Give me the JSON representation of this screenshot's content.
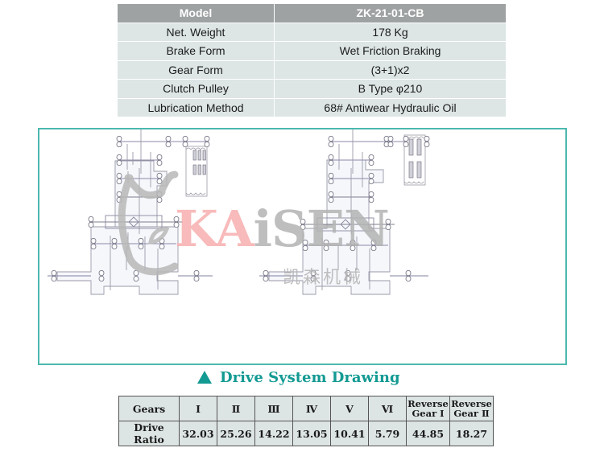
{
  "spec_table": {
    "header": {
      "label": "Model",
      "value": "ZK-21-01-CB"
    },
    "rows": [
      {
        "label": "Net. Weight",
        "value": "178 Kg"
      },
      {
        "label": "Brake Form",
        "value": "Wet Friction Braking"
      },
      {
        "label": "Gear Form",
        "value": "(3+1)x2"
      },
      {
        "label": "Clutch Pulley",
        "value": "B Type φ210"
      },
      {
        "label": "Lubrication Method",
        "value": "68# Antiwear Hydraulic Oil"
      }
    ]
  },
  "drawing": {
    "watermark": {
      "brand": "KAiSEN",
      "chinese": "凯森机械"
    },
    "diagrams": [
      "left-drive-schematic",
      "right-drive-schematic"
    ]
  },
  "section_heading": {
    "icon": "triangle-icon",
    "text": "Drive System Drawing"
  },
  "ratio_table": {
    "row_label_header": "Gears",
    "row_label_values": "Drive Ratio",
    "columns": [
      {
        "gear": "Ⅰ",
        "ratio": "32.03"
      },
      {
        "gear": "Ⅱ",
        "ratio": "25.26"
      },
      {
        "gear": "Ⅲ",
        "ratio": "14.22"
      },
      {
        "gear": "Ⅳ",
        "ratio": "13.05"
      },
      {
        "gear": "Ⅴ",
        "ratio": "10.41"
      },
      {
        "gear": "Ⅵ",
        "ratio": "5.79"
      },
      {
        "gear_line1": "Reverse",
        "gear_line2": "Gear Ⅰ",
        "ratio": "44.85"
      },
      {
        "gear_line1": "Reverse",
        "gear_line2": "Gear Ⅱ",
        "ratio": "18.27"
      }
    ]
  },
  "colors": {
    "accent": "#139a93",
    "frame": "#4cb8ae",
    "table_bg": "#dde5e5",
    "header_bg": "#9fa2a3",
    "watermark_red": "#f7b0b0",
    "watermark_gray": "#b5b5b5"
  }
}
